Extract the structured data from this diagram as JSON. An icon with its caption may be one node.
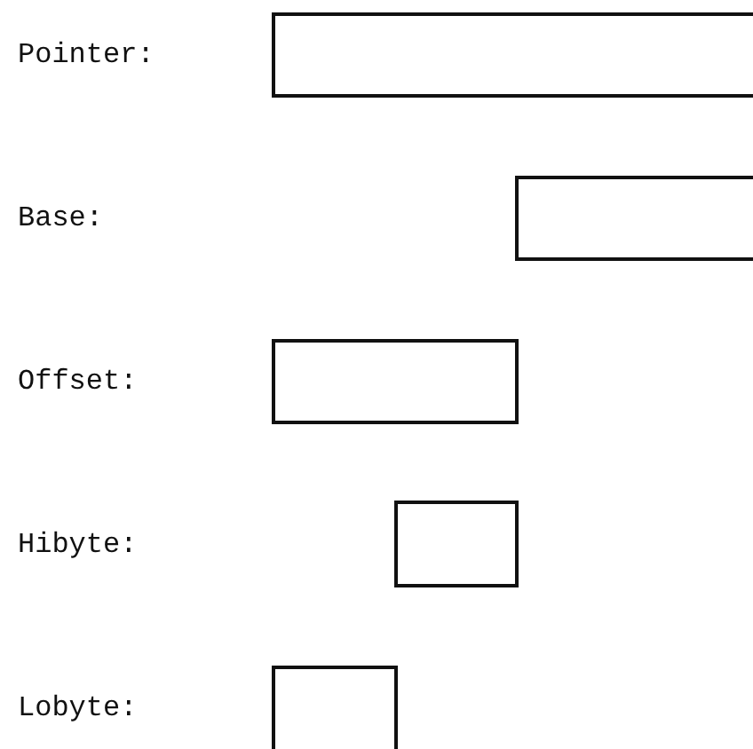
{
  "diagram": {
    "nodes": [
      {
        "text": [],
        "shape": "box"
      },
      {
        "text": [],
        "shape": "box"
      },
      {
        "text": [],
        "shape": "box"
      },
      {
        "text": [],
        "shape": "box"
      },
      {
        "text": [],
        "shape": "box"
      }
    ],
    "labels": [
      "Pointer:",
      "Base:",
      "Offset:",
      "Hibyte:",
      "Lobyte:"
    ]
  }
}
